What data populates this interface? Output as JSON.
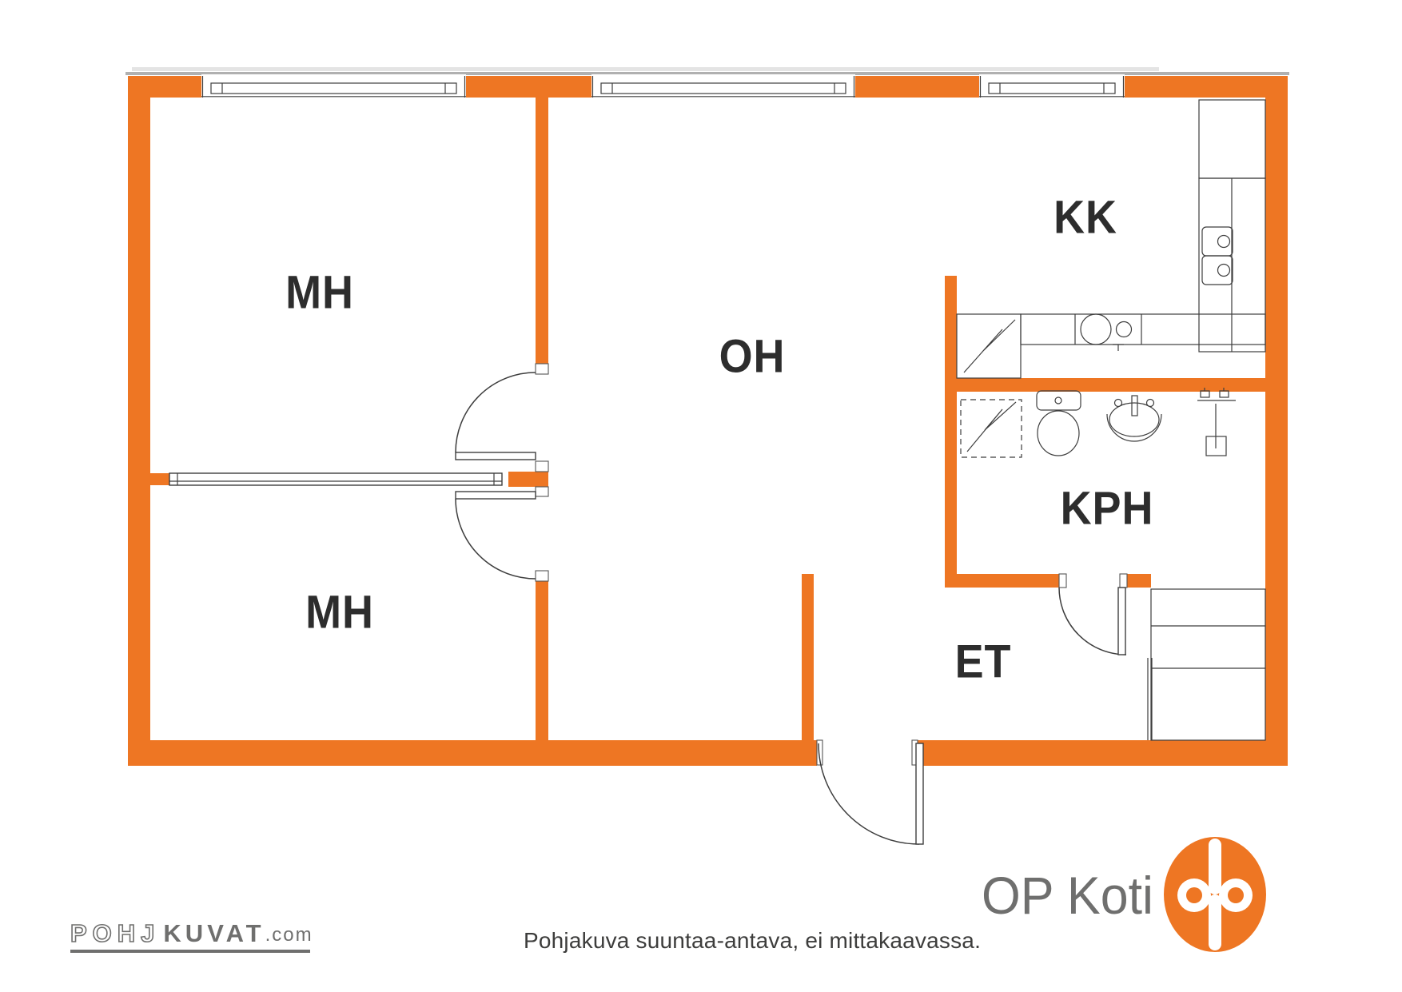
{
  "floor_plan": {
    "room_labels": [
      {
        "id": "mh-top",
        "label": "MH"
      },
      {
        "id": "mh-bottom",
        "label": "MH"
      },
      {
        "id": "oh",
        "label": "OH"
      },
      {
        "id": "kk",
        "label": "KK"
      },
      {
        "id": "kph",
        "label": "KPH"
      },
      {
        "id": "et",
        "label": "ET"
      }
    ],
    "disclaimer": "Pohjakuva suuntaa-antava, ei mittakaavassa."
  },
  "branding": {
    "op_koti_label": "OP Koti",
    "pohjakuvat": {
      "outline_part": "POHJ",
      "solid_part": "KUVAT",
      "tld": ".com"
    }
  },
  "colors": {
    "wall_orange": "#EE7623",
    "op_logo_orange": "#EE7623",
    "logo_gray": "#6F6F6E",
    "label_dark": "#2D2D2D"
  }
}
